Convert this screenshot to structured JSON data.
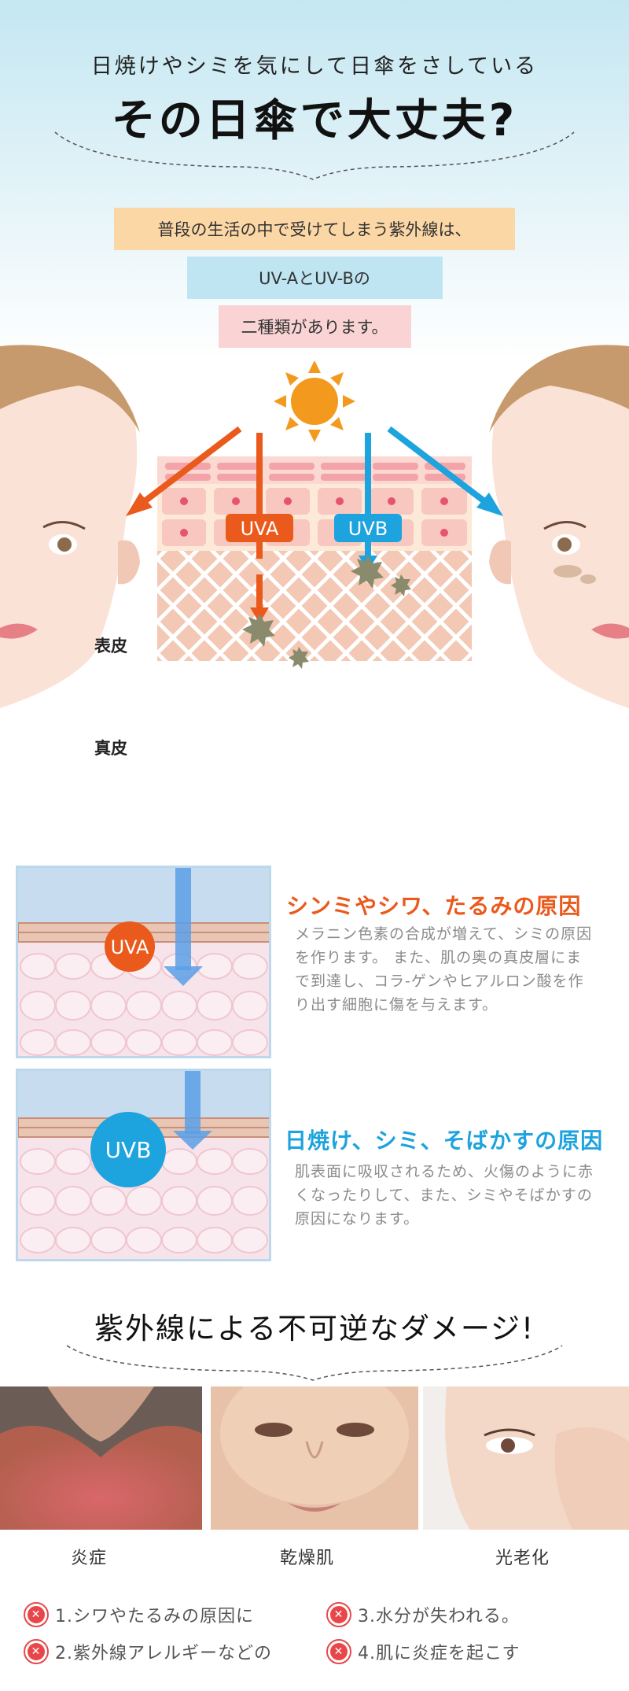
{
  "hero": {
    "subtitle": "日焼けやシミを気にして日傘をさしている",
    "title": "その日傘で大丈夫?"
  },
  "intro": {
    "line1": "普段の生活の中で受けてしまう紫外線は、",
    "line2": "UV-AとUV-Bの",
    "line3": "二種類があります。"
  },
  "diagram": {
    "uva_label": "UVA",
    "uvb_label": "UVB",
    "epidermis_label": "表皮",
    "dermis_label": "真皮"
  },
  "uva_panel": {
    "badge": "UVA",
    "heading": "シンミやシワ、たるみの原因",
    "text": "メラニン色素の合成が増えて、シミの原因を作ります。 また、肌の奥の真皮層にまで到達し、コラ-ゲンやヒアルロン酸を作り出す細胞に傷を与えます。"
  },
  "uvb_panel": {
    "badge": "UVB",
    "heading": "日焼け、シミ、そばかすの原因",
    "text": "肌表面に吸収されるため、火傷のように赤くなったりして、また、シミやそばかすの原因になります。"
  },
  "damage": {
    "title": "紫外線による不可逆なダメージ!",
    "captions": [
      "炎症",
      "乾燥肌",
      "光老化"
    ],
    "points": [
      "1.シワやたるみの原因に",
      "2.紫外線アレルギーなどの",
      "3.水分が失われる。",
      "4.肌に炎症を起こす"
    ]
  },
  "colors": {
    "uva": "#ea5a1c",
    "uvb": "#1da3dd",
    "sun": "#f39a1e",
    "warning": "#e8474a"
  }
}
